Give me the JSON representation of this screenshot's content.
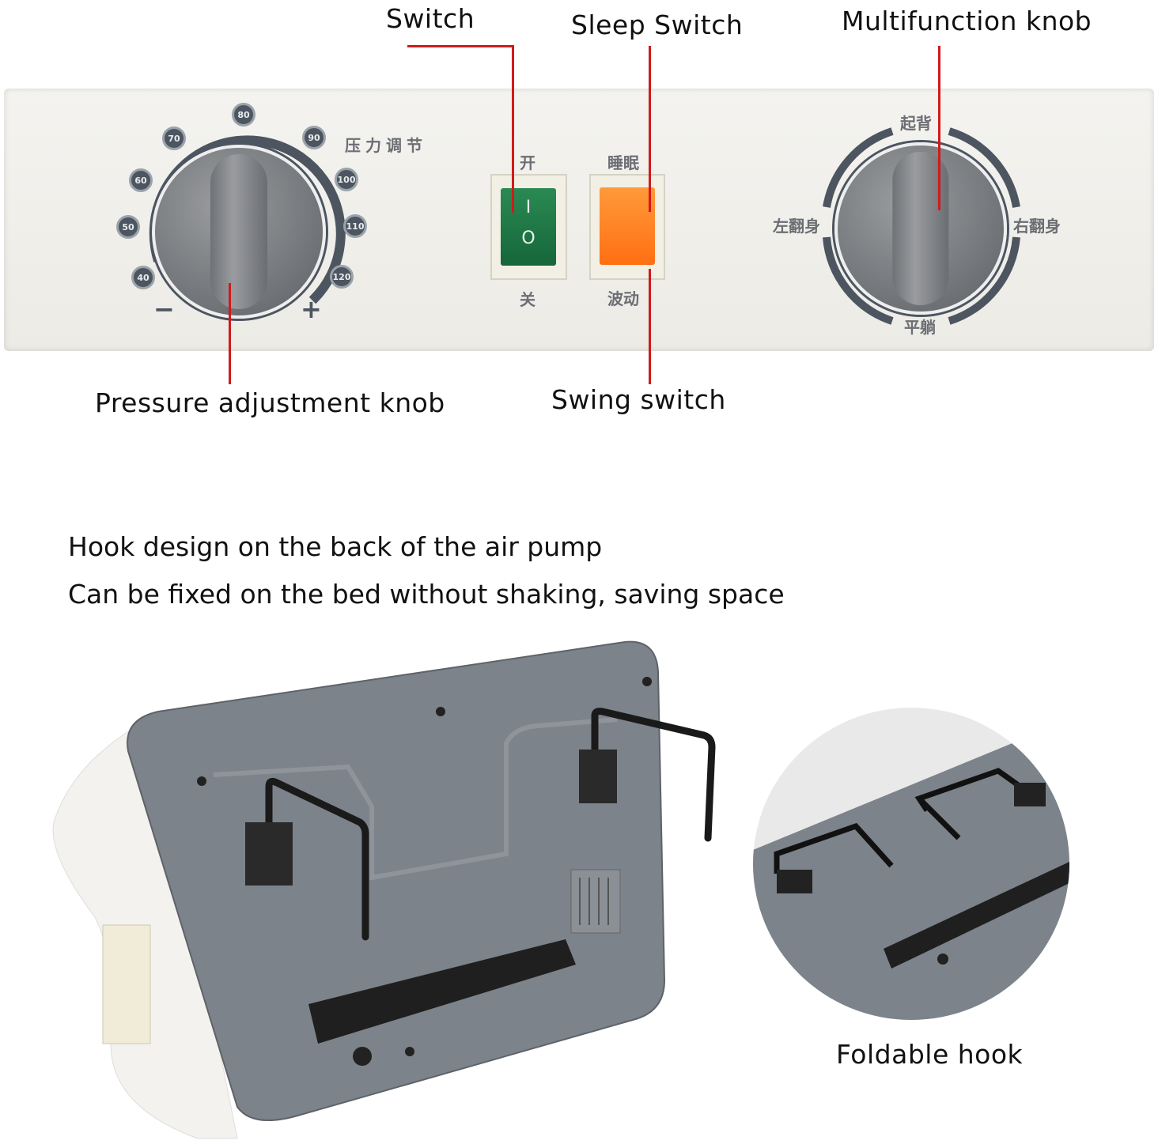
{
  "callouts": {
    "switch": "Switch",
    "sleep_switch": "Sleep Switch",
    "multifunction_knob": "Multifunction knob",
    "pressure_knob": "Pressure adjustment knob",
    "swing_switch": "Swing switch"
  },
  "panel": {
    "pressure_title": "压力调节",
    "pressure_scale": [
      "40",
      "50",
      "60",
      "70",
      "80",
      "90",
      "100",
      "110",
      "120"
    ],
    "minus": "−",
    "plus": "+",
    "switch_on": "开",
    "switch_off": "关",
    "rocker_on_mark": "I",
    "rocker_off_mark": "O",
    "sleep_label": "睡眠",
    "swing_label": "波动",
    "mode_top": "起背",
    "mode_left": "左翻身",
    "mode_right": "右翻身",
    "mode_bottom": "平躺"
  },
  "description": {
    "line1": "Hook design on the back of the air pump",
    "line2": "Can be fixed on the bed without shaking, saving space"
  },
  "inset_label": "Foldable hook",
  "colors": {
    "callout_line": "#d11a1a",
    "power_switch": "#1f7a45",
    "sleep_switch": "#ff7a1a",
    "knob": "#7a7d81",
    "housing": "#7d838a"
  }
}
